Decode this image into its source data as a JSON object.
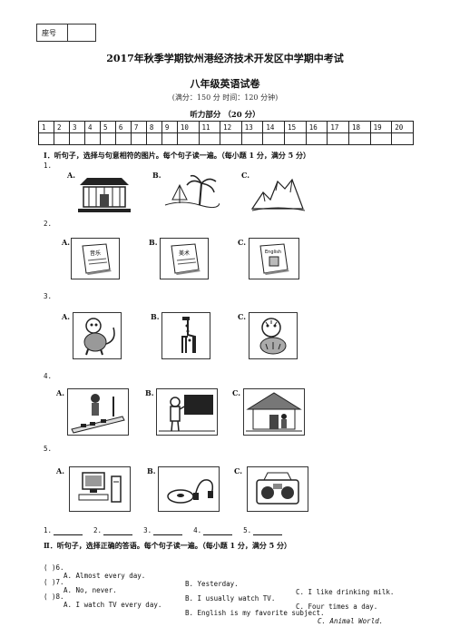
{
  "seat_label": "座号",
  "title": "2017年秋季学期钦州港经济技术开发区中学期中考试",
  "subtitle": "八年级英语试卷",
  "meta": "(满分：150 分  时间：120 分钟)",
  "listening_header": "听力部分 （20 分）",
  "answer_numbers": [
    "1",
    "2",
    "3",
    "4",
    "5",
    "6",
    "7",
    "8",
    "9",
    "10",
    "11",
    "12",
    "13",
    "14",
    "15",
    "16",
    "17",
    "18",
    "19",
    "20"
  ],
  "section1": "Ⅰ．听句子，选择与句意相符的图片。每个句子读一遍。（每小题 1 分，满分 5 分）",
  "questions": [
    {
      "num": "1.",
      "options": [
        "A.",
        "B.",
        "C."
      ]
    },
    {
      "num": "2.",
      "options": [
        "A.",
        "B.",
        "C."
      ]
    },
    {
      "num": "3.",
      "options": [
        "A.",
        "B.",
        "C."
      ]
    },
    {
      "num": "4.",
      "options": [
        "A.",
        "B.",
        "C."
      ]
    },
    {
      "num": "5.",
      "options": [
        "A.",
        "B.",
        "C."
      ]
    }
  ],
  "book_labels": {
    "a": "音乐",
    "b": "美术",
    "c": "English"
  },
  "answer_line": [
    "1.",
    "2.",
    "3.",
    "4.",
    "5."
  ],
  "section2": "Ⅱ．听句子，选择正确的答语。每个句子读一遍。（每小题 1 分，满分 5 分）",
  "mc": [
    {
      "num": "(    )6.",
      "a": "A. Almost every day.",
      "b": "B. Yesterday.",
      "c": "C. I like drinking milk."
    },
    {
      "num": "(    )7.",
      "a": "A. No, never.",
      "b": "B. I usually watch TV.",
      "c": "C. Four times a day."
    },
    {
      "num": "(    )8.",
      "a": "A. I watch TV every day.",
      "b": "B. English is my favorite subject.",
      "c": "C. Animal World."
    }
  ]
}
